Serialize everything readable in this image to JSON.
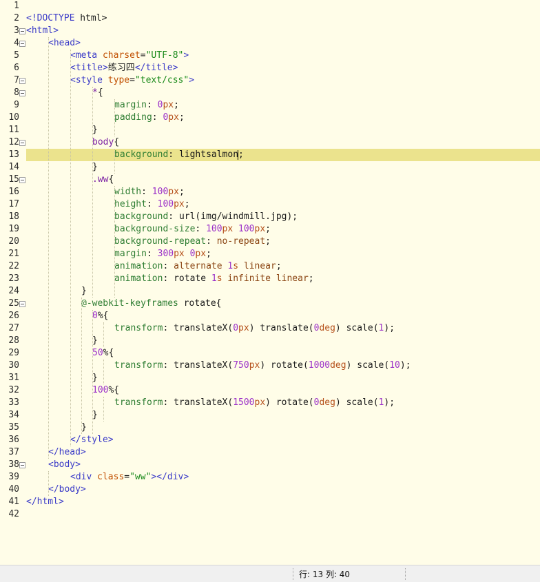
{
  "colors": {
    "tag": "#3b3bc8",
    "attr": "#c14f00",
    "string": "#1a8a1a",
    "selector": "#7a1fa2",
    "property": "#2e7d32",
    "keyword": "#8b4513",
    "number": "#9b30c8",
    "unit": "#b5501a",
    "plain": "#1a1a1a",
    "highlight": "#ebe38d",
    "background": "#fffde8"
  },
  "editor": {
    "current_line": 13,
    "lines": [
      {
        "n": "1",
        "indent": 0,
        "fold": false,
        "tokens": []
      },
      {
        "n": "2",
        "indent": 0,
        "fold": false,
        "tokens": [
          {
            "t": "<!DOCTYPE",
            "c": "tag"
          },
          {
            "t": " html>",
            "c": "plain"
          }
        ]
      },
      {
        "n": "3",
        "indent": 0,
        "fold": true,
        "tokens": [
          {
            "t": "<html>",
            "c": "tag"
          }
        ]
      },
      {
        "n": "4",
        "indent": 1,
        "fold": true,
        "tokens": [
          {
            "t": "<head>",
            "c": "tag"
          }
        ]
      },
      {
        "n": "5",
        "indent": 2,
        "fold": false,
        "tokens": [
          {
            "t": "<meta ",
            "c": "tag"
          },
          {
            "t": "charset",
            "c": "attr"
          },
          {
            "t": "=",
            "c": "plain"
          },
          {
            "t": "\"UTF-8\"",
            "c": "string"
          },
          {
            "t": ">",
            "c": "tag"
          }
        ]
      },
      {
        "n": "6",
        "indent": 2,
        "fold": false,
        "tokens": [
          {
            "t": "<title>",
            "c": "tag"
          },
          {
            "t": "练习四",
            "c": "plain"
          },
          {
            "t": "</title>",
            "c": "tag"
          }
        ]
      },
      {
        "n": "7",
        "indent": 2,
        "fold": true,
        "tokens": [
          {
            "t": "<style ",
            "c": "tag"
          },
          {
            "t": "type",
            "c": "attr"
          },
          {
            "t": "=",
            "c": "plain"
          },
          {
            "t": "\"text/css\"",
            "c": "string"
          },
          {
            "t": ">",
            "c": "tag"
          }
        ]
      },
      {
        "n": "8",
        "indent": 3,
        "fold": true,
        "tokens": [
          {
            "t": "*",
            "c": "selector"
          },
          {
            "t": "{",
            "c": "plain"
          }
        ]
      },
      {
        "n": "9",
        "indent": 4,
        "fold": false,
        "tokens": [
          {
            "t": "margin",
            "c": "property"
          },
          {
            "t": ": ",
            "c": "plain"
          },
          {
            "t": "0",
            "c": "number"
          },
          {
            "t": "px",
            "c": "unit"
          },
          {
            "t": ";",
            "c": "plain"
          }
        ]
      },
      {
        "n": "10",
        "indent": 4,
        "fold": false,
        "tokens": [
          {
            "t": "padding",
            "c": "property"
          },
          {
            "t": ": ",
            "c": "plain"
          },
          {
            "t": "0",
            "c": "number"
          },
          {
            "t": "px",
            "c": "unit"
          },
          {
            "t": ";",
            "c": "plain"
          }
        ]
      },
      {
        "n": "11",
        "indent": 3,
        "fold": false,
        "tokens": [
          {
            "t": "}",
            "c": "plain"
          }
        ]
      },
      {
        "n": "12",
        "indent": 3,
        "fold": true,
        "tokens": [
          {
            "t": "body",
            "c": "selector"
          },
          {
            "t": "{",
            "c": "plain"
          }
        ]
      },
      {
        "n": "13",
        "indent": 4,
        "fold": false,
        "caret": true,
        "tokens": [
          {
            "t": "background",
            "c": "property"
          },
          {
            "t": ": ",
            "c": "plain"
          },
          {
            "t": "lightsalmon",
            "c": "plain"
          },
          {
            "t": ";",
            "c": "plain"
          }
        ]
      },
      {
        "n": "14",
        "indent": 3,
        "fold": false,
        "tokens": [
          {
            "t": "}",
            "c": "plain"
          }
        ]
      },
      {
        "n": "15",
        "indent": 3,
        "fold": true,
        "tokens": [
          {
            "t": ".ww",
            "c": "selector"
          },
          {
            "t": "{",
            "c": "plain"
          }
        ]
      },
      {
        "n": "16",
        "indent": 4,
        "fold": false,
        "tokens": [
          {
            "t": "width",
            "c": "property"
          },
          {
            "t": ": ",
            "c": "plain"
          },
          {
            "t": "100",
            "c": "number"
          },
          {
            "t": "px",
            "c": "unit"
          },
          {
            "t": ";",
            "c": "plain"
          }
        ]
      },
      {
        "n": "17",
        "indent": 4,
        "fold": false,
        "tokens": [
          {
            "t": "height",
            "c": "property"
          },
          {
            "t": ": ",
            "c": "plain"
          },
          {
            "t": "100",
            "c": "number"
          },
          {
            "t": "px",
            "c": "unit"
          },
          {
            "t": ";",
            "c": "plain"
          }
        ]
      },
      {
        "n": "18",
        "indent": 4,
        "fold": false,
        "tokens": [
          {
            "t": "background",
            "c": "property"
          },
          {
            "t": ": ",
            "c": "plain"
          },
          {
            "t": "url(img/windmill.jpg);",
            "c": "plain"
          }
        ]
      },
      {
        "n": "19",
        "indent": 4,
        "fold": false,
        "tokens": [
          {
            "t": "background-size",
            "c": "property"
          },
          {
            "t": ": ",
            "c": "plain"
          },
          {
            "t": "100",
            "c": "number"
          },
          {
            "t": "px ",
            "c": "unit"
          },
          {
            "t": "100",
            "c": "number"
          },
          {
            "t": "px",
            "c": "unit"
          },
          {
            "t": ";",
            "c": "plain"
          }
        ]
      },
      {
        "n": "20",
        "indent": 4,
        "fold": false,
        "tokens": [
          {
            "t": "background-repeat",
            "c": "property"
          },
          {
            "t": ": ",
            "c": "plain"
          },
          {
            "t": "no-repeat",
            "c": "keyword"
          },
          {
            "t": ";",
            "c": "plain"
          }
        ]
      },
      {
        "n": "21",
        "indent": 4,
        "fold": false,
        "tokens": [
          {
            "t": "margin",
            "c": "property"
          },
          {
            "t": ": ",
            "c": "plain"
          },
          {
            "t": "300",
            "c": "number"
          },
          {
            "t": "px ",
            "c": "unit"
          },
          {
            "t": "0",
            "c": "number"
          },
          {
            "t": "px",
            "c": "unit"
          },
          {
            "t": ";",
            "c": "plain"
          }
        ]
      },
      {
        "n": "22",
        "indent": 4,
        "fold": false,
        "tokens": [
          {
            "t": "animation",
            "c": "property"
          },
          {
            "t": ": ",
            "c": "plain"
          },
          {
            "t": "alternate ",
            "c": "keyword"
          },
          {
            "t": "1",
            "c": "number"
          },
          {
            "t": "s ",
            "c": "unit"
          },
          {
            "t": "linear",
            "c": "keyword"
          },
          {
            "t": ";",
            "c": "plain"
          }
        ]
      },
      {
        "n": "23",
        "indent": 4,
        "fold": false,
        "tokens": [
          {
            "t": "animation",
            "c": "property"
          },
          {
            "t": ": rotate ",
            "c": "plain"
          },
          {
            "t": "1",
            "c": "number"
          },
          {
            "t": "s ",
            "c": "unit"
          },
          {
            "t": "infinite linear",
            "c": "keyword"
          },
          {
            "t": ";",
            "c": "plain"
          }
        ]
      },
      {
        "n": "24",
        "indent": 2.5,
        "fold": false,
        "tokens": [
          {
            "t": "}",
            "c": "plain"
          }
        ]
      },
      {
        "n": "25",
        "indent": 2.5,
        "fold": true,
        "tokens": [
          {
            "t": "@-webkit-keyframes",
            "c": "property"
          },
          {
            "t": " rotate{",
            "c": "plain"
          }
        ]
      },
      {
        "n": "26",
        "indent": 3,
        "fold": false,
        "tokens": [
          {
            "t": "0",
            "c": "number"
          },
          {
            "t": "%{",
            "c": "plain"
          }
        ]
      },
      {
        "n": "27",
        "indent": 4,
        "fold": false,
        "tokens": [
          {
            "t": "transform",
            "c": "property"
          },
          {
            "t": ": translateX(",
            "c": "plain"
          },
          {
            "t": "0",
            "c": "number"
          },
          {
            "t": "px",
            "c": "unit"
          },
          {
            "t": ") translate(",
            "c": "plain"
          },
          {
            "t": "0",
            "c": "number"
          },
          {
            "t": "deg",
            "c": "unit"
          },
          {
            "t": ") scale(",
            "c": "plain"
          },
          {
            "t": "1",
            "c": "number"
          },
          {
            "t": ");",
            "c": "plain"
          }
        ]
      },
      {
        "n": "28",
        "indent": 3,
        "fold": false,
        "tokens": [
          {
            "t": "}",
            "c": "plain"
          }
        ]
      },
      {
        "n": "29",
        "indent": 3,
        "fold": false,
        "tokens": [
          {
            "t": "50",
            "c": "number"
          },
          {
            "t": "%{",
            "c": "plain"
          }
        ]
      },
      {
        "n": "30",
        "indent": 4,
        "fold": false,
        "tokens": [
          {
            "t": "transform",
            "c": "property"
          },
          {
            "t": ": translateX(",
            "c": "plain"
          },
          {
            "t": "750",
            "c": "number"
          },
          {
            "t": "px",
            "c": "unit"
          },
          {
            "t": ") rotate(",
            "c": "plain"
          },
          {
            "t": "1000",
            "c": "number"
          },
          {
            "t": "deg",
            "c": "unit"
          },
          {
            "t": ") scale(",
            "c": "plain"
          },
          {
            "t": "10",
            "c": "number"
          },
          {
            "t": ");",
            "c": "plain"
          }
        ]
      },
      {
        "n": "31",
        "indent": 3,
        "fold": false,
        "tokens": [
          {
            "t": "}",
            "c": "plain"
          }
        ]
      },
      {
        "n": "32",
        "indent": 3,
        "fold": false,
        "tokens": [
          {
            "t": "100",
            "c": "number"
          },
          {
            "t": "%{",
            "c": "plain"
          }
        ]
      },
      {
        "n": "33",
        "indent": 4,
        "fold": false,
        "tokens": [
          {
            "t": "transform",
            "c": "property"
          },
          {
            "t": ": translateX(",
            "c": "plain"
          },
          {
            "t": "1500",
            "c": "number"
          },
          {
            "t": "px",
            "c": "unit"
          },
          {
            "t": ") rotate(",
            "c": "plain"
          },
          {
            "t": "0",
            "c": "number"
          },
          {
            "t": "deg",
            "c": "unit"
          },
          {
            "t": ") scale(",
            "c": "plain"
          },
          {
            "t": "1",
            "c": "number"
          },
          {
            "t": ");",
            "c": "plain"
          }
        ]
      },
      {
        "n": "34",
        "indent": 3,
        "fold": false,
        "tokens": [
          {
            "t": "}",
            "c": "plain"
          }
        ]
      },
      {
        "n": "35",
        "indent": 2.5,
        "fold": false,
        "tokens": [
          {
            "t": "}",
            "c": "plain"
          }
        ]
      },
      {
        "n": "36",
        "indent": 2,
        "fold": false,
        "tokens": [
          {
            "t": "</style>",
            "c": "tag"
          }
        ]
      },
      {
        "n": "37",
        "indent": 1,
        "fold": false,
        "tokens": [
          {
            "t": "</head>",
            "c": "tag"
          }
        ]
      },
      {
        "n": "38",
        "indent": 1,
        "fold": true,
        "tokens": [
          {
            "t": "<body>",
            "c": "tag"
          }
        ]
      },
      {
        "n": "39",
        "indent": 2,
        "fold": false,
        "tokens": [
          {
            "t": "<div ",
            "c": "tag"
          },
          {
            "t": "class",
            "c": "attr"
          },
          {
            "t": "=",
            "c": "plain"
          },
          {
            "t": "\"ww\"",
            "c": "string"
          },
          {
            "t": "></div>",
            "c": "tag"
          }
        ]
      },
      {
        "n": "40",
        "indent": 1,
        "fold": false,
        "tokens": [
          {
            "t": "</body>",
            "c": "tag"
          }
        ]
      },
      {
        "n": "41",
        "indent": 0,
        "fold": false,
        "tokens": [
          {
            "t": "</html>",
            "c": "tag"
          }
        ]
      },
      {
        "n": "42",
        "indent": 0,
        "fold": false,
        "tokens": []
      }
    ]
  },
  "statusbar": {
    "position": "行: 13 列: 40"
  }
}
